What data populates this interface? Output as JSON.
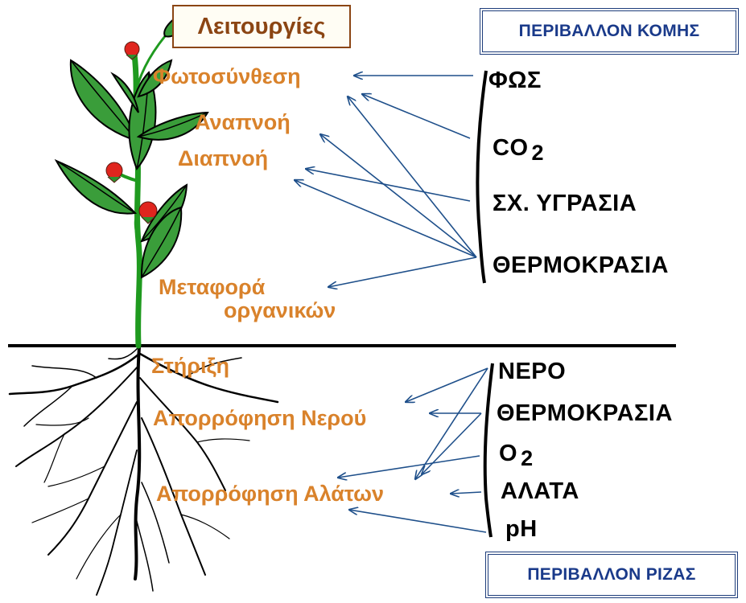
{
  "title": "Λειτουργίες",
  "canopy_environment": {
    "label": "ΠΕΡΙΒΑΛΛΟΝ ΚΟΜΗΣ",
    "factors": {
      "light": "ΦΩΣ",
      "co2": "CO",
      "co2_sub": "2",
      "humidity": "ΣΧ. ΥΓΡΑΣΙΑ",
      "temperature": "ΘΕΡΜΟΚΡΑΣΙΑ"
    }
  },
  "root_environment": {
    "label": "ΠΕΡΙΒΑΛΛΟΝ ΡΙΖΑΣ",
    "factors": {
      "water": "ΝΕΡΟ",
      "temperature": "ΘΕΡΜΟΚΡΑΣΙΑ",
      "o2": "O",
      "o2_sub": "2",
      "salts": "ΑΛΑΤΑ",
      "ph": "pH"
    }
  },
  "functions": {
    "photosynthesis": "Φωτοσύνθεση",
    "respiration": "Αναπνοή",
    "transpiration": "Διαπνοή",
    "transport_line1": "Μεταφορά",
    "transport_line2": "οργανικών",
    "support": "Στήριξη",
    "water_absorption": "Απορρόφηση Νερού",
    "salt_absorption": "Απορρόφηση Αλάτων"
  },
  "colors": {
    "function_text": "#d9822b",
    "title_border": "#8b4513",
    "arrow": "#1e4f8a",
    "stem": "#1f9a1f",
    "leaf": "#3a9d3a",
    "flower": "#e0251e"
  }
}
